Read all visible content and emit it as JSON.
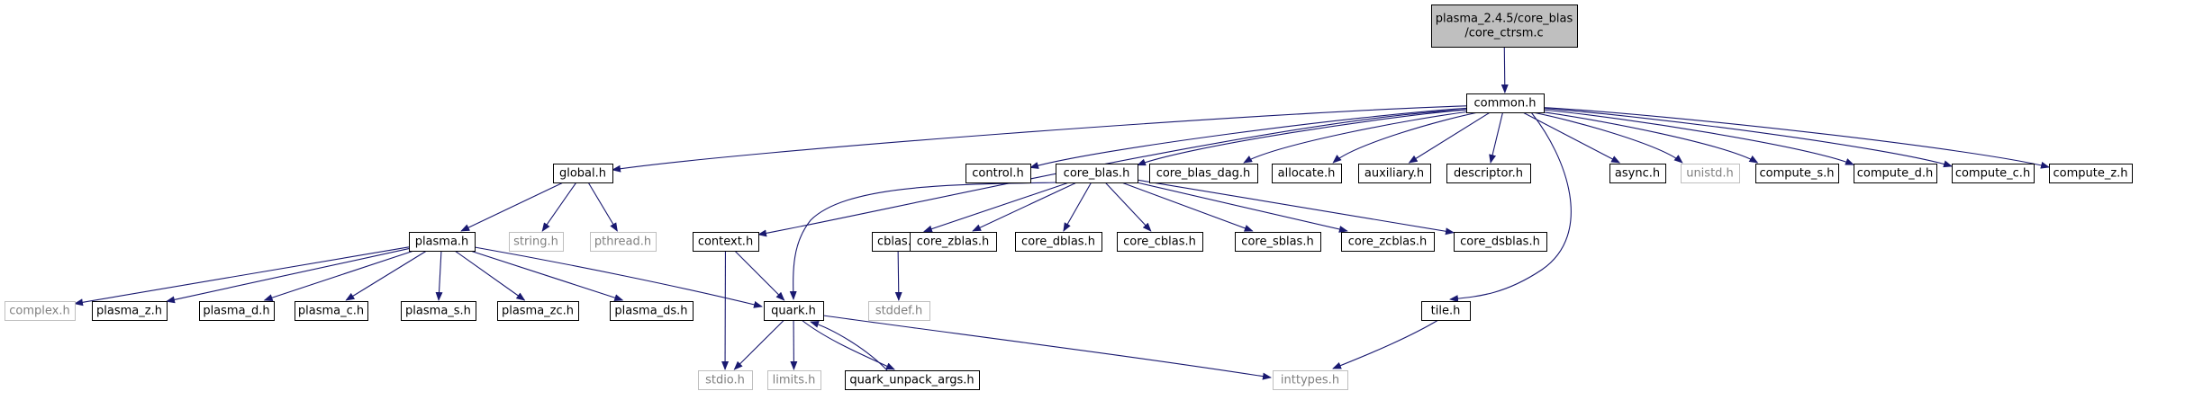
{
  "graph": {
    "root": {
      "id": "root",
      "lines": [
        "plasma_2.4.5/core_blas",
        "/core_ctrsm.c"
      ]
    },
    "nodes": [
      {
        "id": "common",
        "label": "common.h"
      },
      {
        "id": "global",
        "label": "global.h"
      },
      {
        "id": "control",
        "label": "control.h"
      },
      {
        "id": "core_blas",
        "label": "core_blas.h"
      },
      {
        "id": "core_blas_dag",
        "label": "core_blas_dag.h"
      },
      {
        "id": "allocate",
        "label": "allocate.h"
      },
      {
        "id": "auxiliary",
        "label": "auxiliary.h"
      },
      {
        "id": "descriptor",
        "label": "descriptor.h"
      },
      {
        "id": "async",
        "label": "async.h"
      },
      {
        "id": "unistd",
        "label": "unistd.h"
      },
      {
        "id": "compute_s",
        "label": "compute_s.h"
      },
      {
        "id": "compute_d",
        "label": "compute_d.h"
      },
      {
        "id": "compute_c",
        "label": "compute_c.h"
      },
      {
        "id": "compute_z",
        "label": "compute_z.h"
      },
      {
        "id": "plasma",
        "label": "plasma.h"
      },
      {
        "id": "string",
        "label": "string.h"
      },
      {
        "id": "pthread",
        "label": "pthread.h"
      },
      {
        "id": "context",
        "label": "context.h"
      },
      {
        "id": "cblas",
        "label": "cblas.h"
      },
      {
        "id": "core_zblas",
        "label": "core_zblas.h"
      },
      {
        "id": "core_dblas",
        "label": "core_dblas.h"
      },
      {
        "id": "core_cblas",
        "label": "core_cblas.h"
      },
      {
        "id": "core_sblas",
        "label": "core_sblas.h"
      },
      {
        "id": "core_zcblas",
        "label": "core_zcblas.h"
      },
      {
        "id": "core_dsblas",
        "label": "core_dsblas.h"
      },
      {
        "id": "complex",
        "label": "complex.h"
      },
      {
        "id": "plasma_z",
        "label": "plasma_z.h"
      },
      {
        "id": "plasma_d",
        "label": "plasma_d.h"
      },
      {
        "id": "plasma_c",
        "label": "plasma_c.h"
      },
      {
        "id": "plasma_s",
        "label": "plasma_s.h"
      },
      {
        "id": "plasma_zc",
        "label": "plasma_zc.h"
      },
      {
        "id": "plasma_ds",
        "label": "plasma_ds.h"
      },
      {
        "id": "quark",
        "label": "quark.h"
      },
      {
        "id": "stddef",
        "label": "stddef.h"
      },
      {
        "id": "tile",
        "label": "tile.h"
      },
      {
        "id": "stdio",
        "label": "stdio.h"
      },
      {
        "id": "limits",
        "label": "limits.h"
      },
      {
        "id": "quark_unpack_args",
        "label": "quark_unpack_args.h"
      },
      {
        "id": "inttypes",
        "label": "inttypes.h"
      }
    ],
    "edges": [
      [
        "root",
        "common"
      ],
      [
        "common",
        "global"
      ],
      [
        "common",
        "control"
      ],
      [
        "common",
        "core_blas"
      ],
      [
        "common",
        "core_blas_dag"
      ],
      [
        "common",
        "allocate"
      ],
      [
        "common",
        "auxiliary"
      ],
      [
        "common",
        "descriptor"
      ],
      [
        "common",
        "async"
      ],
      [
        "common",
        "unistd"
      ],
      [
        "common",
        "compute_s"
      ],
      [
        "common",
        "compute_d"
      ],
      [
        "common",
        "compute_c"
      ],
      [
        "common",
        "compute_z"
      ],
      [
        "common",
        "context"
      ],
      [
        "common",
        "tile"
      ],
      [
        "global",
        "plasma"
      ],
      [
        "global",
        "string"
      ],
      [
        "global",
        "pthread"
      ],
      [
        "core_blas",
        "cblas"
      ],
      [
        "core_blas",
        "core_zblas"
      ],
      [
        "core_blas",
        "core_dblas"
      ],
      [
        "core_blas",
        "core_cblas"
      ],
      [
        "core_blas",
        "core_sblas"
      ],
      [
        "core_blas",
        "core_zcblas"
      ],
      [
        "core_blas",
        "core_dsblas"
      ],
      [
        "core_blas",
        "quark"
      ],
      [
        "plasma",
        "complex"
      ],
      [
        "plasma",
        "plasma_z"
      ],
      [
        "plasma",
        "plasma_d"
      ],
      [
        "plasma",
        "plasma_c"
      ],
      [
        "plasma",
        "plasma_s"
      ],
      [
        "plasma",
        "plasma_zc"
      ],
      [
        "plasma",
        "plasma_ds"
      ],
      [
        "plasma",
        "quark"
      ],
      [
        "context",
        "quark"
      ],
      [
        "context",
        "stdio"
      ],
      [
        "cblas",
        "stddef"
      ],
      [
        "quark",
        "stdio"
      ],
      [
        "quark",
        "limits"
      ],
      [
        "quark",
        "quark_unpack_args"
      ],
      [
        "quark",
        "inttypes"
      ],
      [
        "quark_unpack_args",
        "quark"
      ],
      [
        "tile",
        "inttypes"
      ]
    ],
    "colors": {
      "edge": "#191970",
      "border_project": "#000000",
      "border_system": "#bfbfbf",
      "text_system": "#808080",
      "root_fill": "#bfbfbf",
      "node_fill": "#ffffff"
    }
  }
}
